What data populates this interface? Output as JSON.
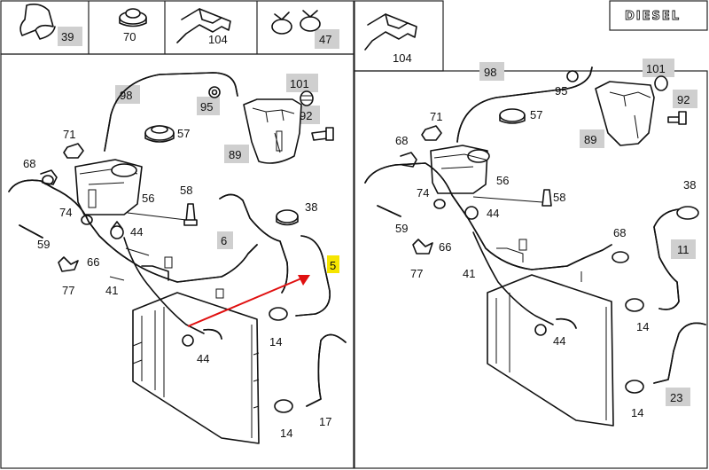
{
  "badge": {
    "text": "DIESEL"
  },
  "accent_colors": {
    "highlight_gray": "#cfcfcf",
    "highlight_yellow": "#f6e500",
    "arrow_red": "#e01010"
  },
  "top_strip": {
    "cells": [
      {
        "label": "39",
        "highlight": true
      },
      {
        "label": "70",
        "highlight": false
      },
      {
        "label": "104",
        "highlight": false
      },
      {
        "label": "47",
        "highlight": true
      },
      {
        "label": "104",
        "highlight": false
      }
    ]
  },
  "left_panel": {
    "labels": [
      {
        "text": "98",
        "highlight": "gray"
      },
      {
        "text": "95",
        "highlight": "gray"
      },
      {
        "text": "101",
        "highlight": "gray"
      },
      {
        "text": "92",
        "highlight": "gray"
      },
      {
        "text": "89",
        "highlight": "gray"
      },
      {
        "text": "57",
        "highlight": "none"
      },
      {
        "text": "71",
        "highlight": "none"
      },
      {
        "text": "68",
        "highlight": "none"
      },
      {
        "text": "56",
        "highlight": "none"
      },
      {
        "text": "58",
        "highlight": "none"
      },
      {
        "text": "74",
        "highlight": "none"
      },
      {
        "text": "44",
        "highlight": "none"
      },
      {
        "text": "38",
        "highlight": "none"
      },
      {
        "text": "6",
        "highlight": "gray"
      },
      {
        "text": "59",
        "highlight": "none"
      },
      {
        "text": "66",
        "highlight": "none"
      },
      {
        "text": "5",
        "highlight": "yellow"
      },
      {
        "text": "77",
        "highlight": "none"
      },
      {
        "text": "41",
        "highlight": "none"
      },
      {
        "text": "14",
        "highlight": "none"
      },
      {
        "text": "44",
        "highlight": "none"
      },
      {
        "text": "14",
        "highlight": "none"
      },
      {
        "text": "17",
        "highlight": "none"
      }
    ]
  },
  "right_panel": {
    "labels": [
      {
        "text": "98",
        "highlight": "gray"
      },
      {
        "text": "95",
        "highlight": "none"
      },
      {
        "text": "101",
        "highlight": "gray"
      },
      {
        "text": "92",
        "highlight": "gray"
      },
      {
        "text": "89",
        "highlight": "gray"
      },
      {
        "text": "71",
        "highlight": "none"
      },
      {
        "text": "68",
        "highlight": "none"
      },
      {
        "text": "57",
        "highlight": "none"
      },
      {
        "text": "56",
        "highlight": "none"
      },
      {
        "text": "74",
        "highlight": "none"
      },
      {
        "text": "58",
        "highlight": "none"
      },
      {
        "text": "44",
        "highlight": "none"
      },
      {
        "text": "38",
        "highlight": "none"
      },
      {
        "text": "59",
        "highlight": "none"
      },
      {
        "text": "66",
        "highlight": "none"
      },
      {
        "text": "68",
        "highlight": "none"
      },
      {
        "text": "11",
        "highlight": "gray"
      },
      {
        "text": "77",
        "highlight": "none"
      },
      {
        "text": "41",
        "highlight": "none"
      },
      {
        "text": "44",
        "highlight": "none"
      },
      {
        "text": "14",
        "highlight": "none"
      },
      {
        "text": "14",
        "highlight": "none"
      },
      {
        "text": "23",
        "highlight": "gray"
      }
    ]
  }
}
